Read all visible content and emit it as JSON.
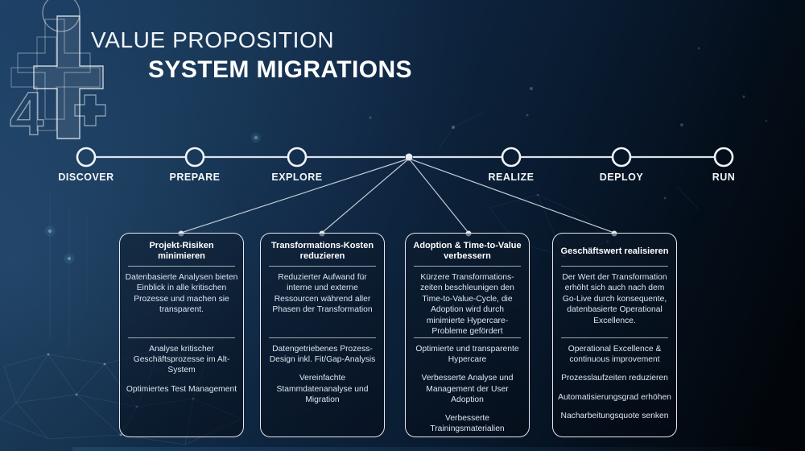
{
  "header": {
    "title_line1": "VALUE PROPOSITION",
    "title_line2": "SYSTEM MIGRATIONS"
  },
  "timeline": {
    "phases": [
      {
        "label": "DISCOVER"
      },
      {
        "label": "PREPARE"
      },
      {
        "label": "EXPLORE"
      },
      {
        "label": "REALIZE"
      },
      {
        "label": "DEPLOY"
      },
      {
        "label": "RUN"
      }
    ]
  },
  "cards": [
    {
      "title": "Projekt-Risiken minimieren",
      "description": "Datenbasierte Analysen bieten Einblick in alle kritischen Prozesse und machen sie transparent.",
      "items": [
        "Analyse kritischer Geschäftsprozesse im Alt-System",
        "Optimiertes Test Management"
      ]
    },
    {
      "title": "Transformations-Kosten reduzieren",
      "description": "Reduzierter Aufwand für interne und externe Ressourcen während aller Phasen der Transformation",
      "items": [
        "Datengetriebenes Prozess-Design inkl. Fit/Gap-Analysis",
        "Vereinfachte Stammdatenanalyse und Migration"
      ]
    },
    {
      "title": "Adoption & Time-to-Value verbessern",
      "description": "Kürzere Transformations-zeiten beschleunigen den Time-to-Value-Cycle, die Adoption wird durch minimierte Hypercare-Probleme gefördert",
      "items": [
        "Optimierte und transparente Hypercare",
        "Verbesserte Analyse und Management der User Adoption",
        "Verbesserte Trainingsmaterialien"
      ]
    },
    {
      "title": "Geschäftswert realisieren",
      "description": "Der Wert der Transformation erhöht sich auch nach dem Go-Live durch konsequente, datenbasierte Operational Excellence.",
      "items": [
        "Operational Excellence & continuous improvement",
        "Prozesslaufzeiten reduzieren",
        "Automatisierungsgrad erhöhen",
        "Nacharbeitungsquote senken"
      ]
    }
  ],
  "colors": {
    "background_top_left": "#1d3f64",
    "background_bottom_right": "#020509",
    "timeline_line": "#e6edf4",
    "card_border": "#f4f8fc",
    "card_title_text": "#ffffff",
    "card_body_text": "#dde6f1"
  }
}
